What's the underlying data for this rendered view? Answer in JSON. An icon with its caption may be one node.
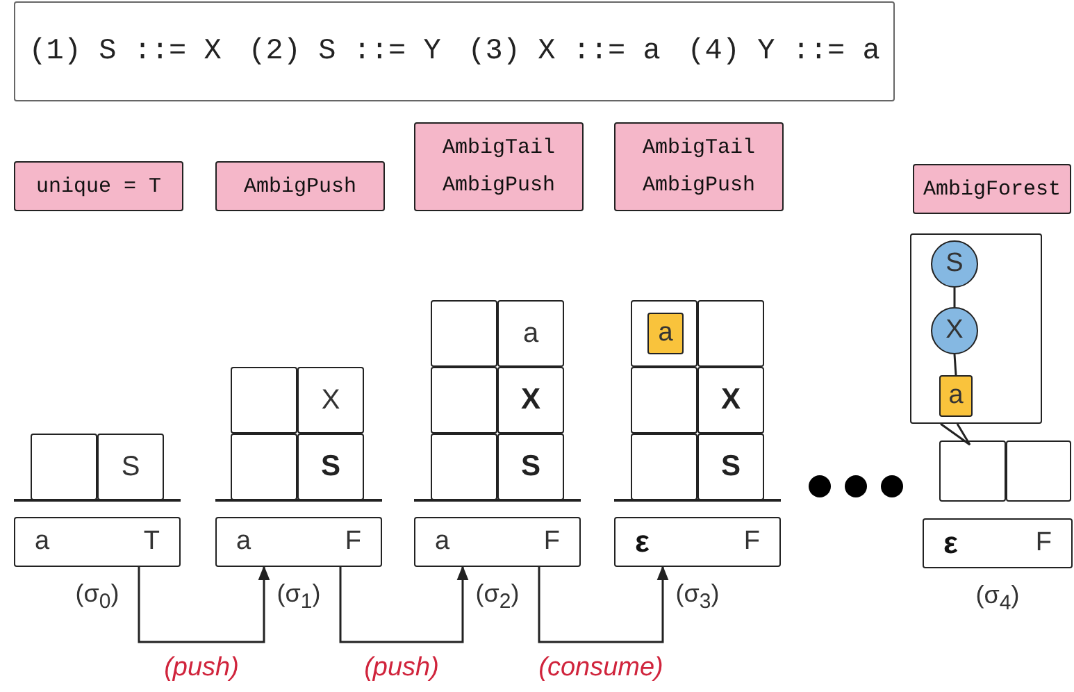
{
  "diagram": {
    "nodes": [
      {
        "text": [
          "(1) S ::= X",
          "(2) S ::= Y",
          "(3) X ::= a",
          "(4) Y ::= a"
        ]
      },
      {
        "text": [
          "unique = T"
        ]
      },
      {
        "text": [
          "AmbigPush"
        ]
      },
      {
        "text": [
          "AmbigTail",
          "AmbigPush"
        ]
      },
      {
        "text": [
          "AmbigTail",
          "AmbigPush"
        ]
      },
      {
        "text": [
          "AmbigForest"
        ]
      },
      {
        "text": [],
        "shape": "box"
      },
      {
        "text": [
          "S"
        ]
      },
      {
        "text": [
          "a",
          "T"
        ],
        "beside": [
          "(σ$_{0}$)"
        ]
      },
      {
        "text": [],
        "shape": "box"
      },
      {
        "text": [
          "X"
        ]
      },
      {
        "text": [],
        "shape": "box"
      },
      {
        "text": [
          "S"
        ]
      },
      {
        "text": [
          "a",
          "F"
        ],
        "beside": [
          "(σ$_{1}$)"
        ]
      },
      {
        "text": [],
        "shape": "box"
      },
      {
        "text": [
          "a"
        ]
      },
      {
        "text": [],
        "shape": "box"
      },
      {
        "text": [
          "X"
        ]
      },
      {
        "text": [],
        "shape": "box"
      },
      {
        "text": [
          "S"
        ]
      },
      {
        "text": [
          "a",
          "F"
        ],
        "beside": [
          "(σ$_{2}$)"
        ]
      },
      {
        "text": [],
        "shape": "box"
      },
      {
        "text": [
          "a"
        ],
        "in": 21
      },
      {
        "text": [],
        "shape": "box"
      },
      {
        "text": [],
        "shape": "box"
      },
      {
        "text": [
          "X"
        ]
      },
      {
        "text": [],
        "shape": "box"
      },
      {
        "text": [
          "S"
        ]
      },
      {
        "text": [
          "ε",
          "F"
        ],
        "beside": [
          "(σ$_{3}$)"
        ]
      },
      {
        "text": [],
        "shape": "box"
      },
      {
        "text": [
          "S"
        ],
        "in": 29
      },
      {
        "text": [
          "X"
        ],
        "in": 29
      },
      {
        "text": [
          "a"
        ],
        "in": 29
      },
      {
        "text": [],
        "shape": "box"
      },
      {
        "text": [],
        "shape": "box"
      },
      {
        "text": [
          "ε",
          "F"
        ],
        "beside": [
          "(σ$_{4}$)"
        ]
      }
    ],
    "edges": [
      {
        "from": 8,
        "to": 13,
        "arrow": "to",
        "label": "(push)"
      },
      {
        "from": 13,
        "to": 20,
        "arrow": "to",
        "label": "(push)"
      },
      {
        "from": 20,
        "to": 28,
        "arrow": "to",
        "label": "(consume)"
      },
      {
        "from": 30,
        "to": 31,
        "arrow": "none"
      },
      {
        "from": 31,
        "to": 32,
        "arrow": "none"
      },
      {
        "from": 29,
        "to": 33,
        "arrow": "none"
      }
    ]
  }
}
